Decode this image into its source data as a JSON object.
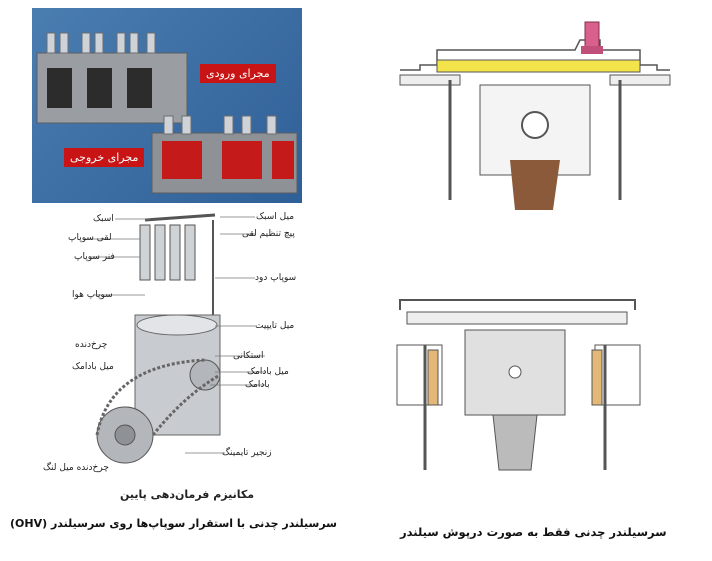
{
  "photo": {
    "intake_label": "مجرای ورودی",
    "exhaust_label": "مجرای خروجی"
  },
  "mechanism": {
    "labels": [
      "اسبک",
      "لقی سوپاپ",
      "فنر سوپاپ",
      "سوپاپ هوا",
      "میل اسبک",
      "پیچ تنظیم لقی",
      "سوپاپ دود",
      "میل تایپیت",
      "استکانی",
      "میل بادامک",
      "بادامک",
      "زنجیر تایمینگ",
      "چرخ‌دنده",
      "میل بادامک",
      "چرخ‌دنده میل لنگ"
    ],
    "title": "مکانیزم فرمان‌دهی پایین"
  },
  "captions": {
    "left": "سرسیلندر چدنی با استقرار سوپاپ‌ها روی سرسیلندر (OHV)",
    "right": "سرسیلندر چدنی فقط به صورت درپوش سیلندر"
  },
  "colors": {
    "photo_bg": "#3a6ea5",
    "label_red": "#c81414",
    "head_yellow": "#f2e44a",
    "spark_pink": "#d9608a",
    "rod_brown": "#8a5a3a"
  }
}
